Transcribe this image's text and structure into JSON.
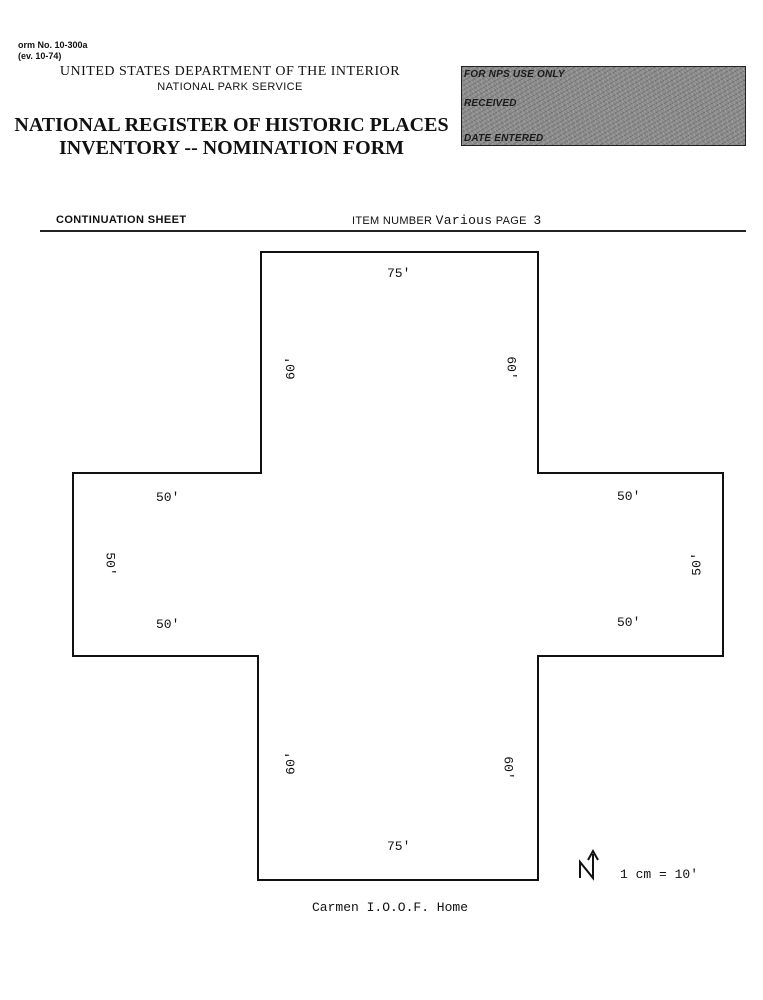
{
  "header": {
    "form_no_line1": "orm No. 10-300a",
    "form_no_line2": "(ev. 10-74)",
    "department": "UNITED STATES DEPARTMENT OF THE INTERIOR",
    "agency": "NATIONAL PARK SERVICE",
    "title_line1": "NATIONAL REGISTER OF HISTORIC PLACES",
    "title_line2": "INVENTORY -- NOMINATION FORM"
  },
  "nps_box": {
    "line1": "FOR NPS USE ONLY",
    "line2": "RECEIVED",
    "line3": "DATE ENTERED",
    "fill_color": "#8a8a8a"
  },
  "continuation": {
    "label": "CONTINUATION SHEET",
    "item_number_label": "ITEM NUMBER",
    "item_number_value": "Various",
    "page_label": "PAGE",
    "page_value": "3"
  },
  "plan": {
    "shape": "cross",
    "top_width": "75'",
    "bottom_width": "75'",
    "upper_arm_left_length": "60'",
    "upper_arm_right_length": "60'",
    "lower_arm_left_length": "60'",
    "lower_arm_right_length": "60'",
    "west_arm_top": "50'",
    "west_arm_bottom": "50'",
    "west_arm_end": "50'",
    "east_arm_top": "50'",
    "east_arm_bottom": "50'",
    "east_arm_end": "50'",
    "north_symbol": "N",
    "scale": "1 cm = 10'",
    "caption": "Carmen I.O.O.F. Home"
  }
}
